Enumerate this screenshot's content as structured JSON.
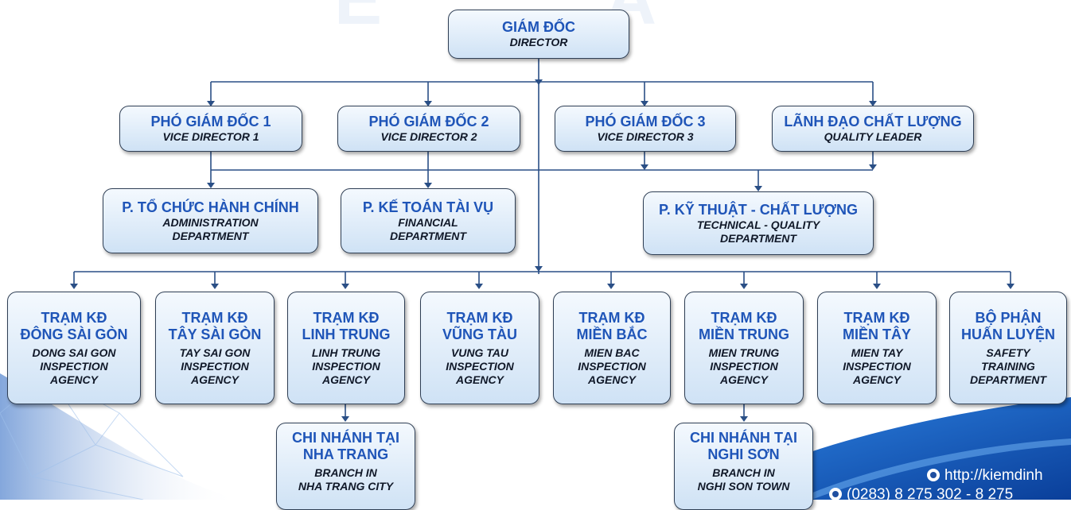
{
  "nodes": {
    "director": {
      "vi": "GIÁM ĐỐC",
      "en": "DIRECTOR"
    },
    "vice_director_1": {
      "vi": "PHÓ GIÁM ĐỐC 1",
      "en": "VICE DIRECTOR 1"
    },
    "vice_director_2": {
      "vi": "PHÓ GIÁM ĐỐC 2",
      "en": "VICE DIRECTOR 2"
    },
    "vice_director_3": {
      "vi": "PHÓ GIÁM ĐỐC 3",
      "en": "VICE DIRECTOR 3"
    },
    "quality_leader": {
      "vi": "LÃNH ĐẠO CHẤT LƯỢNG",
      "en": "QUALITY LEADER"
    },
    "admin_dept": {
      "vi": "P. TỔ CHỨC HÀNH CHÍNH",
      "en1": "ADMINISTRATION",
      "en2": "DEPARTMENT"
    },
    "finance_dept": {
      "vi": "P. KẾ TOÁN TÀI VỤ",
      "en1": "FINANCIAL",
      "en2": "DEPARTMENT"
    },
    "tech_dept": {
      "vi": "P. KỸ THUẬT - CHẤT LƯỢNG",
      "en1": "TECHNICAL - QUALITY",
      "en2": "DEPARTMENT"
    },
    "agencies": [
      {
        "vi1": "TRẠM KĐ",
        "vi2": "ĐÔNG SÀI GÒN",
        "en1": "DONG SAI GON",
        "en2": "INSPECTION",
        "en3": "AGENCY"
      },
      {
        "vi1": "TRẠM KĐ",
        "vi2": "TÂY SÀI GÒN",
        "en1": "TAY SAI GON",
        "en2": "INSPECTION",
        "en3": "AGENCY"
      },
      {
        "vi1": "TRẠM KĐ",
        "vi2": "LINH TRUNG",
        "en1": "LINH TRUNG",
        "en2": "INSPECTION",
        "en3": "AGENCY"
      },
      {
        "vi1": "TRẠM KĐ",
        "vi2": "VŨNG TÀU",
        "en1": "VUNG TAU",
        "en2": "INSPECTION",
        "en3": "AGENCY"
      },
      {
        "vi1": "TRẠM KĐ",
        "vi2": "MIỀN BẮC",
        "en1": "MIEN BAC",
        "en2": "INSPECTION",
        "en3": "AGENCY"
      },
      {
        "vi1": "TRẠM KĐ",
        "vi2": "MIỀN TRUNG",
        "en1": "MIEN TRUNG",
        "en2": "INSPECTION",
        "en3": "AGENCY"
      },
      {
        "vi1": "TRẠM KĐ",
        "vi2": "MIỀN TÂY",
        "en1": "MIEN TAY",
        "en2": "INSPECTION",
        "en3": "AGENCY"
      },
      {
        "vi1": "BỘ PHẬN",
        "vi2": "HUẤN LUYỆN",
        "en1": "SAFETY",
        "en2": "TRAINING",
        "en3": "DEPARTMENT"
      }
    ],
    "branch_nha_trang": {
      "vi1": "CHI NHÁNH TẠI",
      "vi2": "NHA TRANG",
      "en1": "BRANCH IN",
      "en2": "NHA TRANG CITY"
    },
    "branch_nghi_son": {
      "vi1": "CHI NHÁNH TẠI",
      "vi2": "NGHI SƠN",
      "en1": "BRANCH IN",
      "en2": "NGHI SON TOWN"
    }
  },
  "footer": {
    "website": "http://kiemdinh",
    "phone": "(0283) 8 275 302 - 8 275"
  },
  "colors": {
    "line": "#2a4f86",
    "vi_text": "#1f55b8",
    "box_top": "#f4f9fe",
    "box_bottom": "#cfe2f5",
    "wave": "#1d63c9"
  }
}
